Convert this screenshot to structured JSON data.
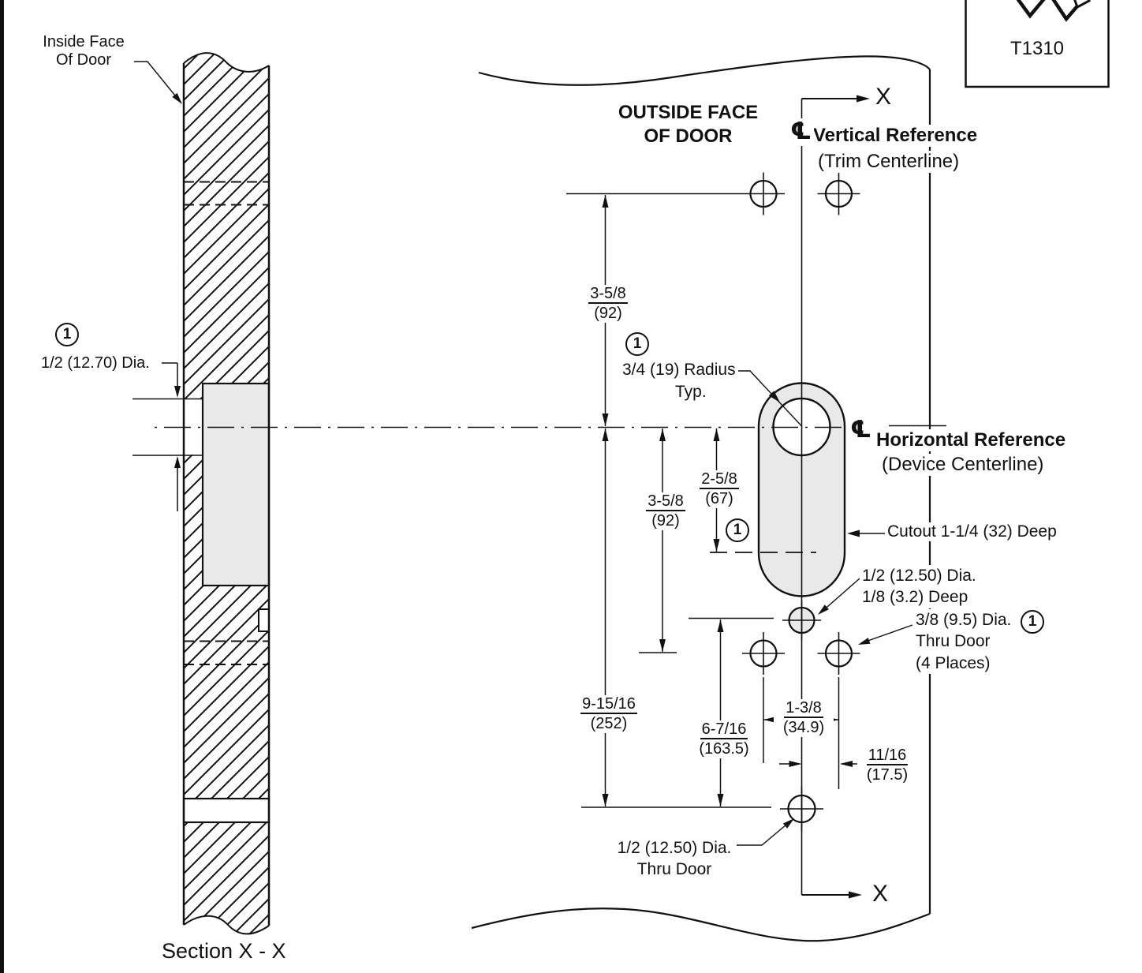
{
  "page": {
    "template_id": "T1310",
    "callout": "1"
  },
  "section_view": {
    "inside_face_label": "Inside Face\nOf Door",
    "spindle_hole_note": "1/2 (12.70) Dia.",
    "section_label": "Section X - X"
  },
  "plan_view": {
    "outside_face_label": "OUTSIDE FACE\nOF DOOR",
    "axis_label_top": "X",
    "axis_label_bottom": "X",
    "vertical_ref": {
      "cl": "℄",
      "title": "Vertical Reference",
      "subtitle": "(Trim Centerline)"
    },
    "horizontal_ref": {
      "cl": "℄",
      "title": "Horizontal Reference",
      "subtitle": "(Device Centerline)"
    },
    "radius_note_line1": "3/4 (19) Radius",
    "radius_note_line2": "Typ.",
    "cutout_note": "Cutout  1-1/4 (32) Deep",
    "shallow_hole_note": "1/2 (12.50) Dia.\n1/8 (3.2) Deep",
    "thru_hole_note": "3/8 (9.5) Dia.\nThru Door\n(4 Places)",
    "bottom_hole_note": "1/2 (12.50) Dia.\nThru Door"
  },
  "dimensions": {
    "trim_top": {
      "fraction": "3-5/8",
      "metric": "(92)"
    },
    "below_cl": {
      "fraction": "3-5/8",
      "metric": "(92)"
    },
    "cutout_depth": {
      "fraction": "2-5/8",
      "metric": "(67)"
    },
    "cl_to_bottom": {
      "fraction": "9-15/16",
      "metric": "(252)"
    },
    "hole_span": {
      "fraction": "6-7/16",
      "metric": "(163.5)"
    },
    "hole_spacing": {
      "fraction": "1-3/8",
      "metric": "(34.9)"
    },
    "cl_offset": {
      "fraction": "11/16",
      "metric": "(17.5)"
    }
  }
}
